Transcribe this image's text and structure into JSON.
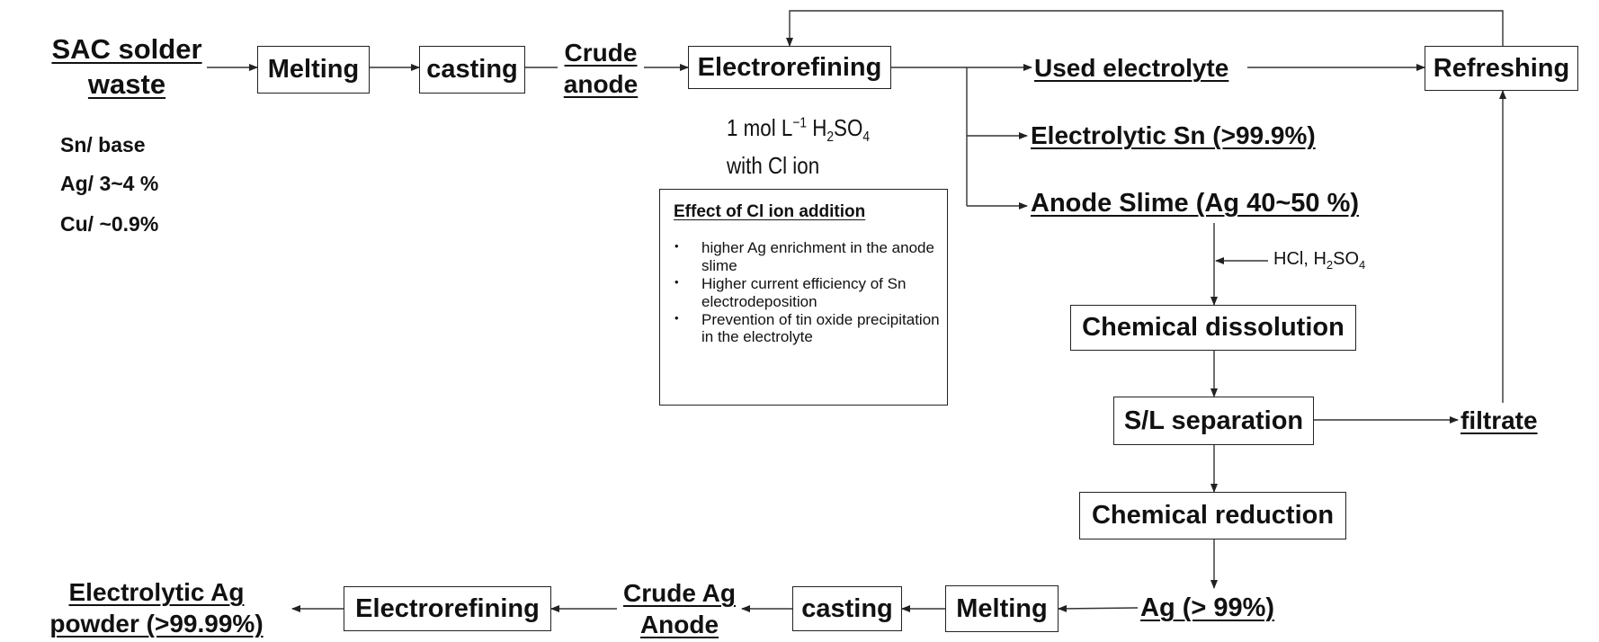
{
  "feed": {
    "title_line1": "SAC solder",
    "title_line2": "waste",
    "composition": [
      "Sn/ base",
      "Ag/ 3~4 %",
      "Cu/ ~0.9%"
    ]
  },
  "steps": {
    "melting": "Melting",
    "casting": "casting",
    "crude_anode_line1": "Crude",
    "crude_anode_line2": "anode",
    "electrorefining": "Electrorefining",
    "refreshing": "Refreshing",
    "used_electrolyte": "Used electrolyte",
    "electrolytic_sn": "Electrolytic  Sn (>99.9%)",
    "anode_slime": "Anode Slime (Ag 40~50 %)",
    "chemical_dissolution": "Chemical dissolution",
    "sl_separation": "S/L separation",
    "filtrate": "filtrate",
    "chemical_reduction": "Chemical reduction",
    "ag_product": "Ag (> 99%)",
    "melting_2": "Melting",
    "casting_2": "casting",
    "crude_ag_anode_line1": "Crude Ag",
    "crude_ag_anode_line2": "Anode",
    "electrorefining_2": "Electrorefining",
    "final_product_line1": "Electrolytic Ag",
    "final_product_line2": "powder (>99.99%)"
  },
  "conditions": {
    "line1_prefix": "1 mol L",
    "line1_exp": "−1",
    "line1_acid": " H",
    "line1_acid_sub": "2",
    "line1_acid_end": "SO",
    "line1_acid_sub2": "4",
    "line2": "with Cl ion"
  },
  "effect": {
    "title": "Effect of Cl ion addition",
    "items": [
      "higher Ag enrichment in the anode slime",
      "Higher current efficiency of Sn electrodeposition",
      "Prevention of tin oxide precipitation  in the electrolyte"
    ]
  },
  "reagent": {
    "text_a": "HCl, H",
    "sub_a": "2",
    "text_b": "SO",
    "sub_b": "4"
  },
  "colors": {
    "line": "#333333",
    "box_border": "#222222",
    "text": "#111111"
  }
}
